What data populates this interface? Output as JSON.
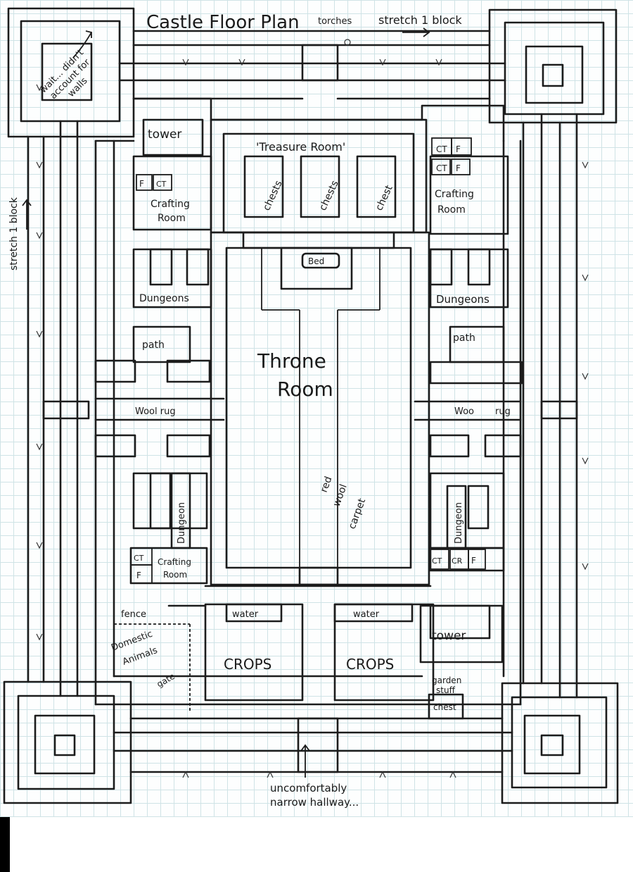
{
  "title": "Castle Floor Plan",
  "notes": {
    "torches": "torches",
    "stretch_top": "stretch 1 block",
    "stretch_left": "stretch 1 block",
    "walls_note_1": "wait... didn't",
    "walls_note_2": "account for",
    "walls_note_3": "walls",
    "hallway_1": "uncomfortably",
    "hallway_2": "narrow hallway..."
  },
  "rooms": {
    "treasure_room": "'Treasure Room'",
    "chest_1": "chests",
    "chest_2": "chests",
    "chest_3": "chest",
    "bed": "Bed",
    "throne_1": "Throne",
    "throne_2": "Room",
    "carpet_1": "red",
    "carpet_2": "wool",
    "carpet_3": "carpet",
    "tower_top_left": "tower",
    "tower_bottom_right": "tower",
    "crafting_tl_1": "Crafting",
    "crafting_tl_2": "Room",
    "crafting_tr_1": "Crafting",
    "crafting_tr_2": "Room",
    "crafting_bl_1": "Crafting",
    "crafting_bl_2": "Room",
    "dungeons_left": "Dungeons",
    "dungeons_right": "Dungeons",
    "dungeon_bl": "Dungeon",
    "dungeon_br": "Dungeon",
    "path_left": "path",
    "path_right": "path",
    "wool_rug_left": "Wool rug",
    "wool_rug_right_1": "Woo",
    "wool_rug_right_2": "rug",
    "water_left": "water",
    "water_right": "water",
    "crops_left": "CROPS",
    "crops_right": "CROPS",
    "fence": "fence",
    "animals_1": "Domestic",
    "animals_2": "Animals",
    "gate": "gate",
    "garden_1": "garden",
    "garden_2": "stuff",
    "garden_3": "chest"
  },
  "cells": {
    "f": "F",
    "ct": "CT",
    "cr": "CR"
  }
}
